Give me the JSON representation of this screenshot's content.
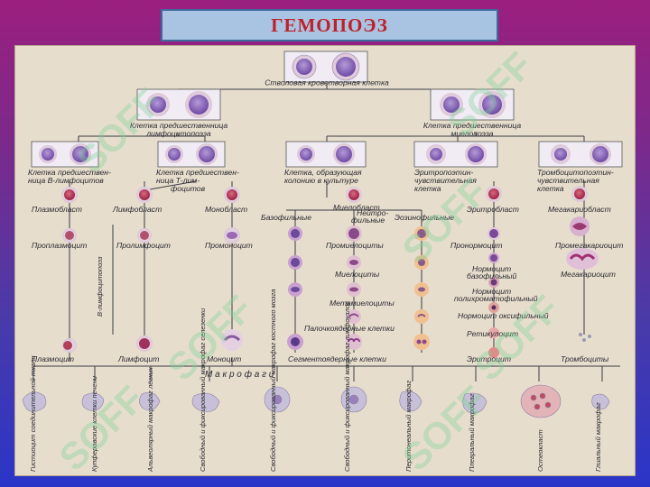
{
  "title": "ГЕМОПОЭЗ",
  "watermark": "SOFF",
  "labels": {
    "stem": "Стволовая кроветворная клетка",
    "lymph_prog_1": "Клетка предшественница",
    "lymph_prog_2": "лимфоцитопоэза",
    "myelo_prog_1": "Клетка предшественница",
    "myelo_prog_2": "миелопоэза",
    "b_prog_1": "Клетка предшествен-",
    "b_prog_2": "ница  В-лимфоцитов",
    "t_prog_1": "Клетка предшествен-",
    "t_prog_2": "ница Т-лим-",
    "t_prog_3": "фоцитов",
    "cfu_1": "Клетка, образующая",
    "cfu_2": "колонию в культуре",
    "ery_prog_1": "Эритропоэтин-",
    "ery_prog_2": "чувствительная",
    "ery_prog_3": "клетка",
    "thr_prog_1": "Тромбоцитопоэтин-",
    "thr_prog_2": "чувствительная",
    "thr_prog_3": "клетка",
    "plasmoblast": "Плазмобласт",
    "lymphoblast": "Лимфобласт",
    "monoblast": "Монобласт",
    "myeloblast": "Миелобласт",
    "erythroblast": "Эритробласт",
    "megakaryoblast": "Мегакариобласт",
    "basophilic": "Базофильные",
    "neutrophilic_1": "Нейтро-",
    "neutrophilic_2": "фильные",
    "eosinophilic": "Эозинофильные",
    "proplasmocyte": "Проплазмоцит",
    "prolymphocyte": "Пролимфоцит",
    "promonocyte": "Промоноцит",
    "promyelocytes": "Промиелоциты",
    "pronormocyte": "Пронормоцит",
    "promegakaryocyte": "Промегакариоцит",
    "myelocytes": "Миелоциты",
    "normocyte_baso_1": "Нормоцит",
    "normocyte_baso_2": "базофильный",
    "megakaryocyte": "Мегакариоцит",
    "metamyelocytes": "Метамиелоциты",
    "normocyte_poly_1": "Нормоцит",
    "normocyte_poly_2": "полихроматофильный",
    "normocyte_oxy": "Нормоцит  оксифильный",
    "band": "Палочкоядерные  клетки",
    "reticulocyte": "Ретикулоцит",
    "b_lymphopoiesis": "В-лимфоцитопоэз",
    "plasmocyte": "Плазмоцит",
    "lymphocyte": "Лимфоцит",
    "monocyte": "Моноцит",
    "segmented": "Сегментоядерные  клетки",
    "erythrocyte": "Эритроцит",
    "platelets": "Тромбоциты",
    "macrophages": "М а к р о ф а г и"
  },
  "macrophage_types": [
    "Гистиоцит соединительной ткани",
    "Купферовские клетки печени",
    "Альвеолярный макрофаг лёгких",
    "Свободный и фиксированный макрофаг селезенки",
    "Свободный и фиксированный макрофаг костного мозга",
    "Свободный и фиксированный макрофаг лимфоузлов",
    "Перитонеальный макрофаг",
    "Плевральный макрофаг",
    "Остеокласт",
    "Глиальный макрофаг"
  ]
}
